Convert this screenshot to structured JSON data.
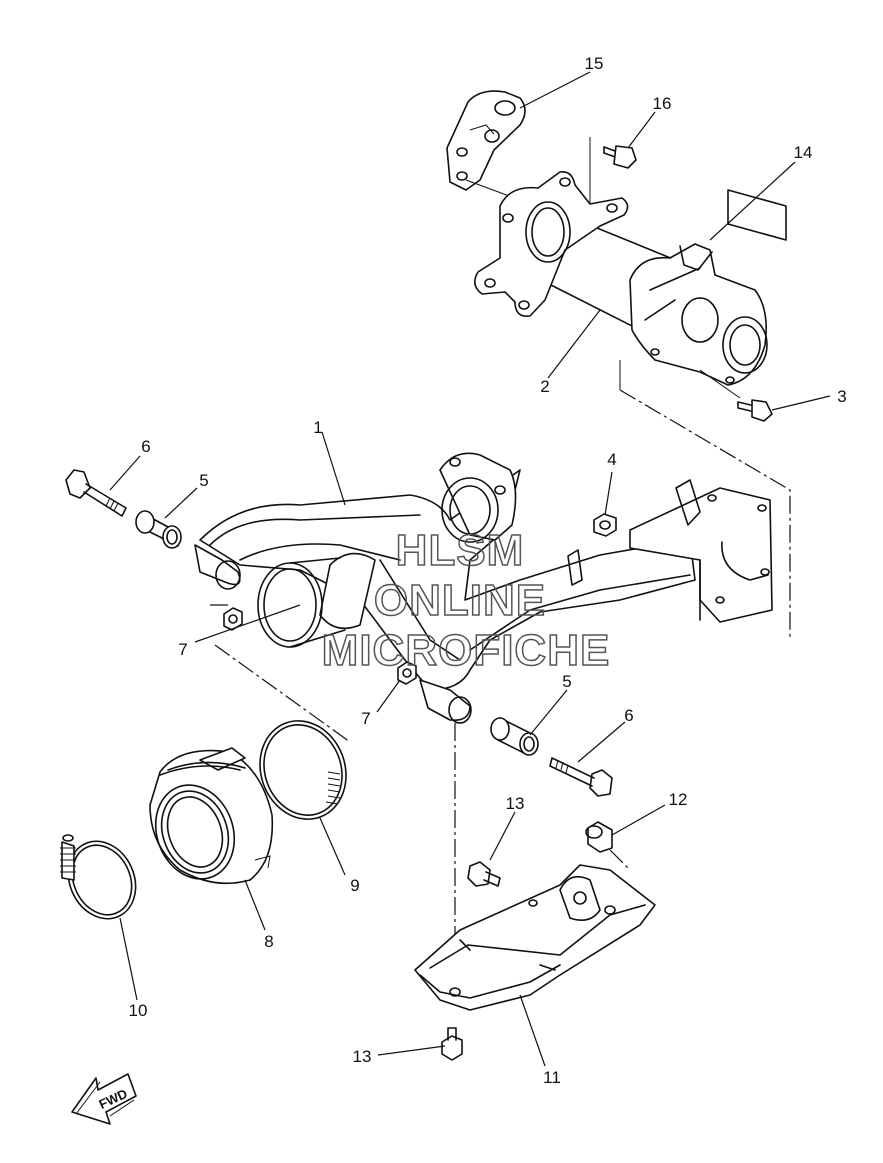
{
  "diagram": {
    "callouts": [
      {
        "id": "c1",
        "label": "1"
      },
      {
        "id": "c2",
        "label": "2"
      },
      {
        "id": "c3",
        "label": "3"
      },
      {
        "id": "c4",
        "label": "4"
      },
      {
        "id": "c5a",
        "label": "5"
      },
      {
        "id": "c5b",
        "label": "5"
      },
      {
        "id": "c6a",
        "label": "6"
      },
      {
        "id": "c6b",
        "label": "6"
      },
      {
        "id": "c7a",
        "label": "7"
      },
      {
        "id": "c7b",
        "label": "7"
      },
      {
        "id": "c8",
        "label": "8"
      },
      {
        "id": "c9",
        "label": "9"
      },
      {
        "id": "c10",
        "label": "10"
      },
      {
        "id": "c11",
        "label": "11"
      },
      {
        "id": "c12",
        "label": "12"
      },
      {
        "id": "c13a",
        "label": "13"
      },
      {
        "id": "c13b",
        "label": "13"
      },
      {
        "id": "c14",
        "label": "14"
      },
      {
        "id": "c15",
        "label": "15"
      },
      {
        "id": "c16",
        "label": "16"
      }
    ],
    "watermark": {
      "line1": "HLSM",
      "line2": "ONLINE",
      "line3": "MICROFICHE"
    },
    "direction_arrow": {
      "label": "FWD",
      "icon": "fwd-arrow-icon"
    }
  }
}
